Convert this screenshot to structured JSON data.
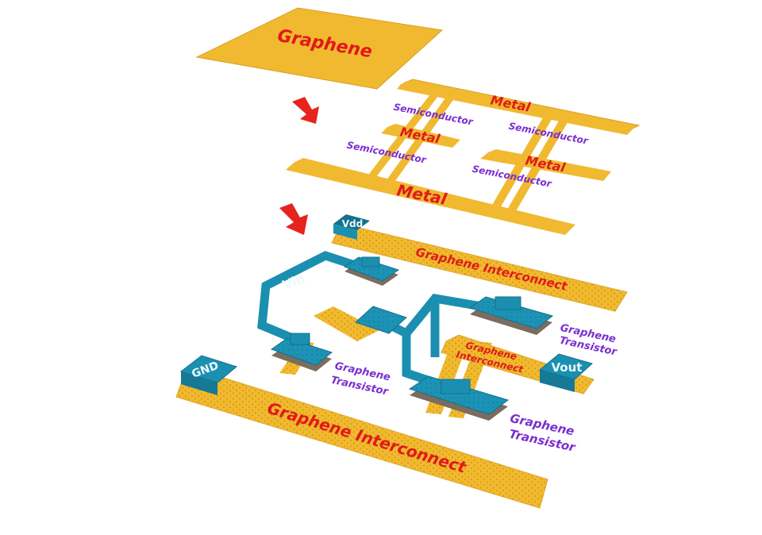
{
  "graphene_sheet": {
    "label": "Graphene"
  },
  "stage2": {
    "metal_labels": [
      "Metal",
      "Metal",
      "Metal",
      "Metal"
    ],
    "semiconductor_labels": [
      "Semiconductor",
      "Semiconductor",
      "Semiconductor",
      "Semiconductor"
    ]
  },
  "stage3": {
    "pads": {
      "vdd": "Vdd",
      "vin": "Vin",
      "gnd": "GND",
      "vout": "Vout"
    },
    "interconnect_labels": [
      "Graphene Interconnect",
      "Graphene Interconnect"
    ],
    "interconnect_small": {
      "line1": "Graphene",
      "line2": "Interconnect"
    },
    "transistor_labels": [
      {
        "line1": "Graphene",
        "line2": "Transistor"
      },
      {
        "line1": "Graphene",
        "line2": "Transistor"
      },
      {
        "line1": "Graphene",
        "line2": "Transistor"
      }
    ]
  },
  "colors": {
    "gold": "#f0b930",
    "gold_dark": "#d99a1c",
    "teal": "#1b8fb0",
    "teal_dark": "#14708c",
    "arrow": "#e52420"
  },
  "icons": [
    "down-arrow-icon",
    "down-arrow-icon"
  ]
}
